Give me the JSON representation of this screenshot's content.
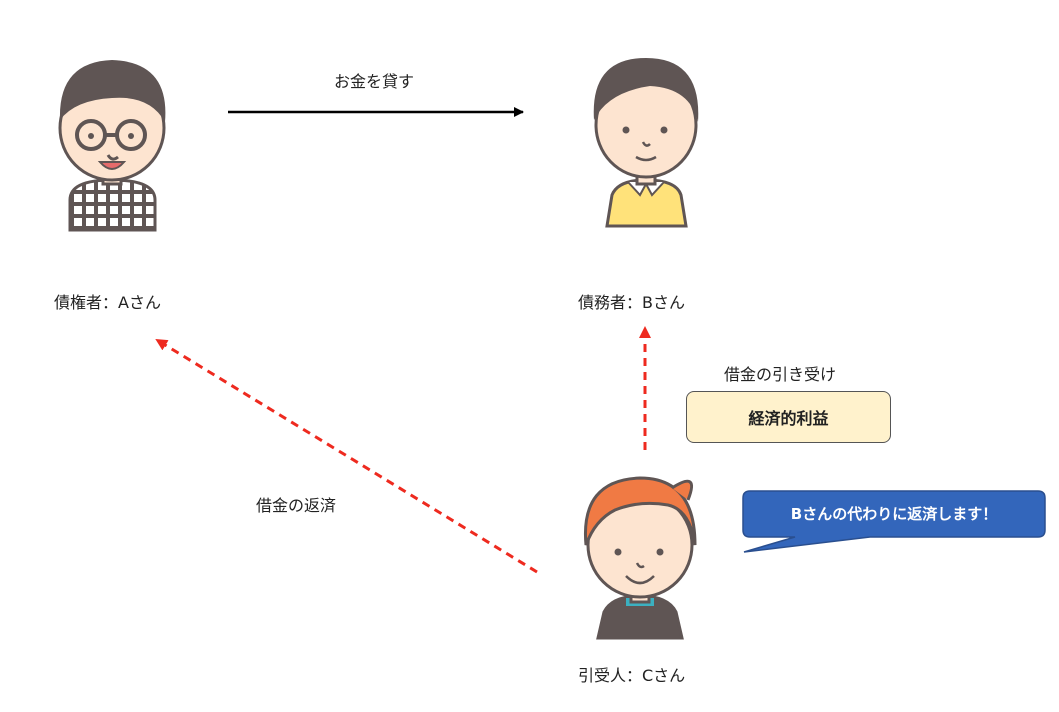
{
  "arrows": {
    "lend_label": "お金を貸す",
    "assume_label": "借金の引き受け",
    "repay_label": "借金の返済"
  },
  "people": {
    "creditor": "債権者：Aさん",
    "debtor": "債務者：Bさん",
    "assumer": "引受人：Cさん"
  },
  "benefit_box": "経済的利益",
  "speech_bubble": "Bさんの代わりに返済します！",
  "colors": {
    "solid_arrow": "#000000",
    "dashed_arrow": "#ee2a1f",
    "benefit_fill": "#fff2cc",
    "speech_fill": "#3366bb",
    "shirt_yellow": "#ffe27a",
    "skin": "#fde4d0",
    "hair": "#5f5554",
    "hair_c": "#f07a44"
  }
}
